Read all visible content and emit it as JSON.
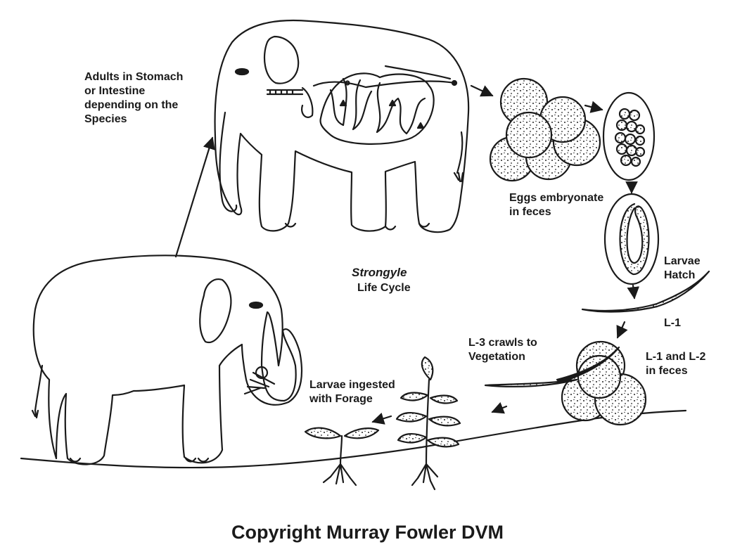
{
  "labels": {
    "adults": "Adults in Stomach\nor Intestine\ndepending on the\nSpecies",
    "eggs": "Eggs embryonate\nin feces",
    "larvae_hatch": "Larvae\nHatch",
    "l1": "L-1",
    "l1_l2": "L-1 and L-2\nin feces",
    "l3": "L-3 crawls to\nVegetation",
    "ingested": "Larvae ingested\nwith Forage",
    "title_italic": "Strongyle",
    "title_sub": "Life Cycle"
  },
  "copyright": "Copyright Murray Fowler DVM",
  "icons": [
    "elephant-adult-icon",
    "elephant-feeding-icon",
    "egg-cluster-icon",
    "embryonated-egg-icon",
    "larva-in-egg-icon",
    "larva-icon",
    "plant-icon",
    "seedling-icon"
  ],
  "colors": {
    "ink": "#1a1a1a",
    "background": "#ffffff"
  }
}
